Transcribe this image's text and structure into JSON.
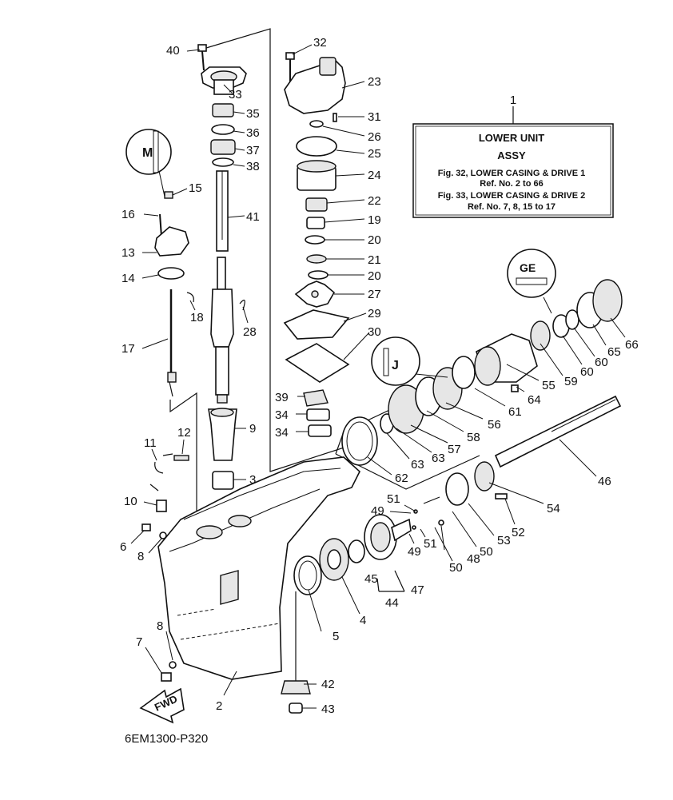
{
  "info_box": {
    "ref_number": "1",
    "title_line1": "LOWER UNIT",
    "title_line2": "ASSY",
    "line3": "Fig. 32, LOWER CASING & DRIVE 1",
    "line4": "Ref. No. 2 to 66",
    "line5": "Fig. 33, LOWER CASING & DRIVE 2",
    "line6": "Ref. No. 7, 8, 15 to 17"
  },
  "diagram_code": "6EM1300-P320",
  "fwd_label": "FWD",
  "callouts": [
    "40",
    "33",
    "35",
    "36",
    "37",
    "38",
    "41",
    "32",
    "23",
    "31",
    "26",
    "25",
    "24",
    "22",
    "19",
    "20",
    "21",
    "20",
    "27",
    "29",
    "30",
    "39",
    "34",
    "34",
    "9",
    "3",
    "15",
    "16",
    "13",
    "14",
    "18",
    "17",
    "28",
    "12",
    "11",
    "10",
    "6",
    "8",
    "7",
    "8",
    "2",
    "5",
    "4",
    "45",
    "44",
    "47",
    "42",
    "43",
    "49",
    "51",
    "49",
    "51",
    "50",
    "48",
    "50",
    "53",
    "52",
    "54",
    "46",
    "62",
    "63",
    "63",
    "57",
    "58",
    "56",
    "61",
    "55",
    "64",
    "59",
    "60",
    "60",
    "65",
    "66"
  ]
}
